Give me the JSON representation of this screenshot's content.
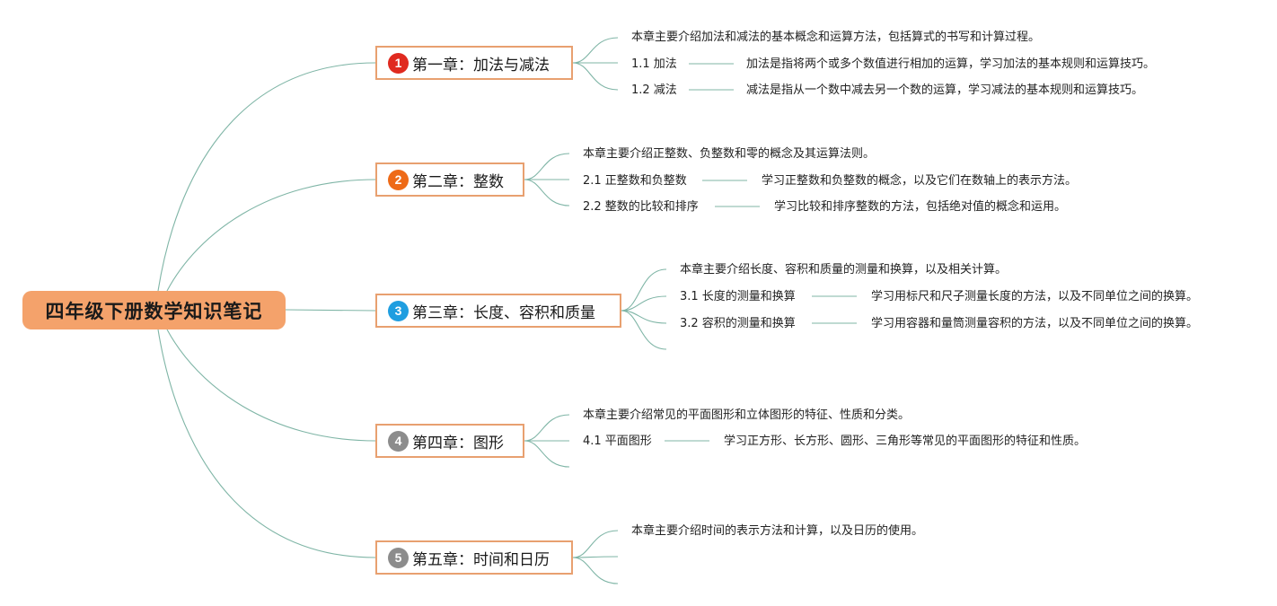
{
  "root": {
    "title": "四年级下册数学知识笔记"
  },
  "colors": {
    "line": "#7fb5a6",
    "root_fill": "#f4a26b",
    "chapter_border": "#e8a070"
  },
  "chapters": [
    {
      "number": "1",
      "number_color": "#e02a1f",
      "title": "第一章：加法与减法",
      "summary": "本章主要介绍加法和减法的基本概念和运算方法，包括算式的书写和计算过程。",
      "sections": [
        {
          "label": "1.1 加法",
          "detail": "加法是指将两个或多个数值进行相加的运算，学习加法的基本规则和运算技巧。"
        },
        {
          "label": "1.2 减法",
          "detail": "减法是指从一个数中减去另一个数的运算，学习减法的基本规则和运算技巧。"
        }
      ]
    },
    {
      "number": "2",
      "number_color": "#ee6a17",
      "title": "第二章：整数",
      "summary": "本章主要介绍正整数、负整数和零的概念及其运算法则。",
      "sections": [
        {
          "label": "2.1 正整数和负整数",
          "detail": "学习正整数和负整数的概念，以及它们在数轴上的表示方法。"
        },
        {
          "label": "2.2 整数的比较和排序",
          "detail": "学习比较和排序整数的方法，包括绝对值的概念和运用。"
        }
      ]
    },
    {
      "number": "3",
      "number_color": "#1f9ee0",
      "title": "第三章：长度、容积和质量",
      "summary": "本章主要介绍长度、容积和质量的测量和换算，以及相关计算。",
      "sections": [
        {
          "label": "3.1 长度的测量和换算",
          "detail": "学习用标尺和尺子测量长度的方法，以及不同单位之间的换算。"
        },
        {
          "label": "3.2 容积的测量和换算",
          "detail": "学习用容器和量筒测量容积的方法，以及不同单位之间的换算。"
        }
      ]
    },
    {
      "number": "4",
      "number_color": "#8c8c8c",
      "title": "第四章：图形",
      "summary": "本章主要介绍常见的平面图形和立体图形的特征、性质和分类。",
      "sections": [
        {
          "label": "4.1 平面图形",
          "detail": "学习正方形、长方形、圆形、三角形等常见的平面图形的特征和性质。"
        }
      ]
    },
    {
      "number": "5",
      "number_color": "#8c8c8c",
      "title": "第五章：时间和日历",
      "summary": "本章主要介绍时间的表示方法和计算，以及日历的使用。",
      "sections": []
    }
  ]
}
